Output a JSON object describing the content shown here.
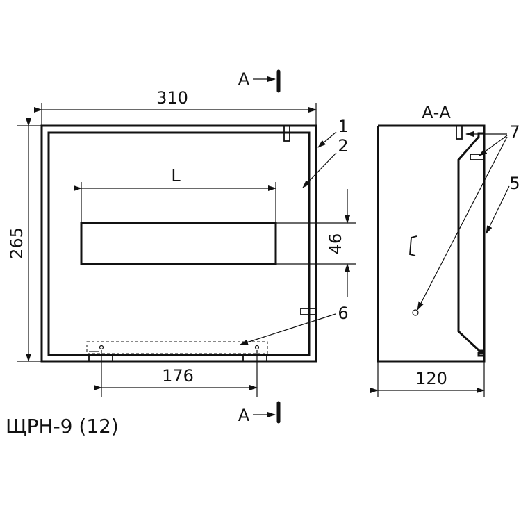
{
  "model": "ЩРН-9 (12)",
  "section_marker": "А",
  "section_title": "А-А",
  "dimensions": {
    "width": "310",
    "height": "265",
    "din_rail_length": "L",
    "window_height": "46",
    "mount_spacing": "176",
    "depth": "120"
  },
  "callouts": [
    "1",
    "2",
    "5",
    "6",
    "7"
  ]
}
